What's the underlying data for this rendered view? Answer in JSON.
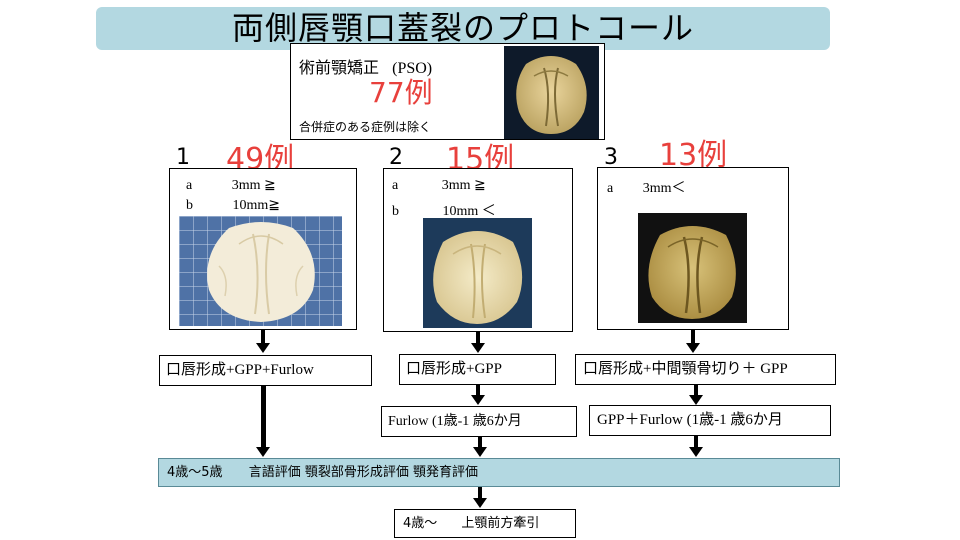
{
  "title": "両側唇顎口蓋裂のプロトコール",
  "top": {
    "label": "術前顎矯正",
    "label_suffix": "(PSO)",
    "count": "77例",
    "note": "合併症のある症例は除く"
  },
  "groups": [
    {
      "number": "1",
      "count": "49例",
      "line_a_key": "a",
      "line_a_val": "3mm  ≧",
      "line_b_key": "b",
      "line_b_val": "10mm≧"
    },
    {
      "number": "2",
      "count": "15例",
      "line_a_key": "a",
      "line_a_val": "3mm  ≧",
      "line_b_key": "b",
      "line_b_val": "10mm ＜"
    },
    {
      "number": "3",
      "count": "13例",
      "line_a_key": "a",
      "line_a_val": "3mm＜"
    }
  ],
  "surgery": [
    "口唇形成+GPP+Furlow",
    "口唇形成+GPP",
    "口唇形成+中間顎骨切り＋ GPP"
  ],
  "second_surgery": [
    "Furlow (1歳-1 歳6か月",
    "GPP＋Furlow (1歳-1 歳6か月"
  ],
  "evaluation": {
    "age": "4歳～5歳",
    "items": "言語評価  顎裂部骨形成評価  顎発育評価"
  },
  "final": {
    "age": "4歳～",
    "label": "上顎前方牽引"
  },
  "colors": {
    "band": "#b3d8e1",
    "count_red": "#e8403c"
  }
}
